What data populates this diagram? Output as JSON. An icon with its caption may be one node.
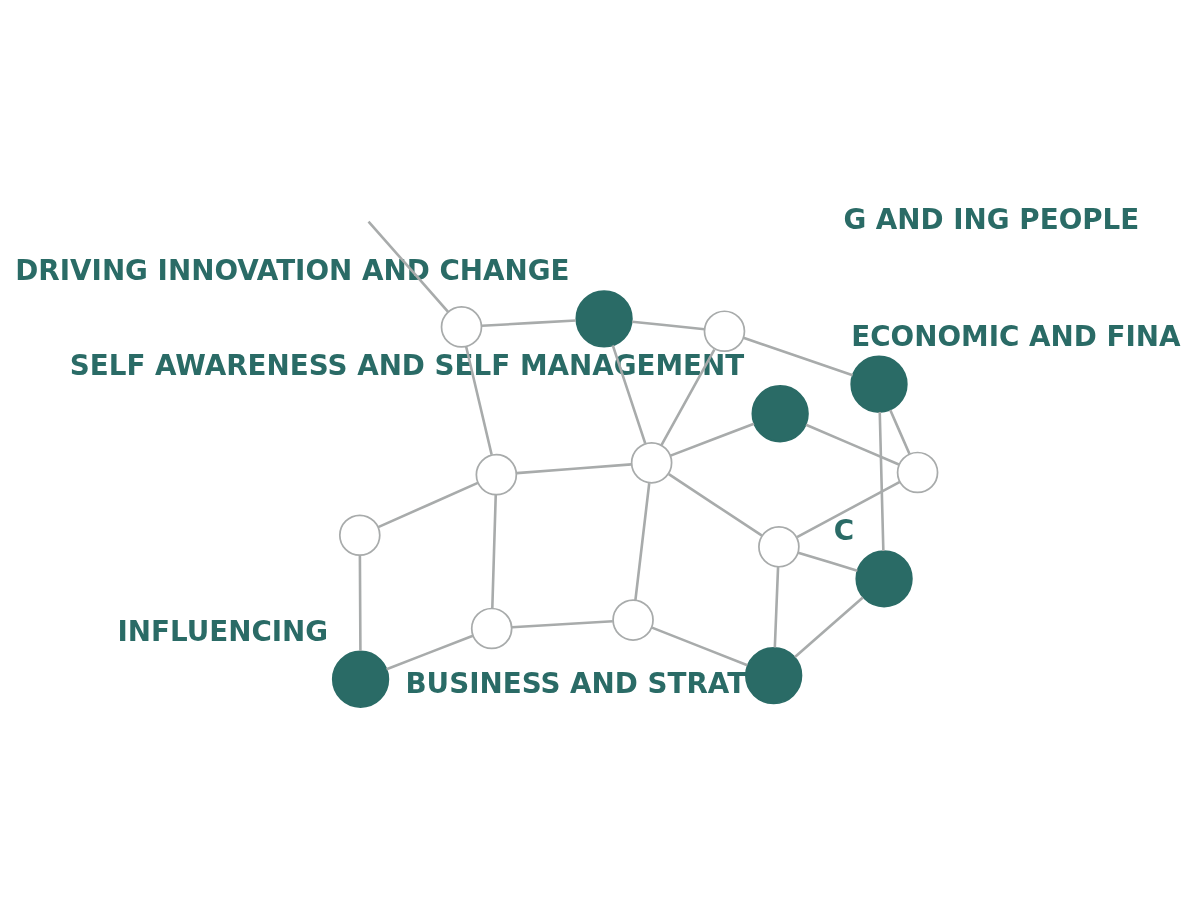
{
  "diagram": {
    "nodes": [
      {
        "text": [],
        "shape": "circle"
      },
      {
        "text": [],
        "shape": "circle",
        "beside": [
          "BUSINESS AND STRAT"
        ]
      },
      {
        "text": [],
        "shape": "circle"
      },
      {
        "text": [],
        "shape": "circle",
        "beside": [
          "INFLUENCING"
        ]
      },
      {
        "text": [],
        "shape": "circle",
        "beside": [
          "SELF AWARENESS AND SELF MANAGEMENT"
        ]
      },
      {
        "text": [],
        "shape": "circle"
      },
      {
        "text": [],
        "shape": "circle"
      },
      {
        "text": [],
        "shape": "circle",
        "beside": [
          "C"
        ]
      },
      {
        "text": [],
        "shape": "circle"
      },
      {
        "text": [],
        "shape": "circle"
      },
      {
        "text": [],
        "shape": "circle"
      },
      {
        "text": [],
        "shape": "circle"
      },
      {
        "text": [],
        "shape": "circle"
      },
      {
        "text": [],
        "shape": "circle",
        "beside": [
          "ECONOMIC AND FINA"
        ]
      },
      {
        "text": [],
        "shape": "circle",
        "beside": [
          "DRIVING INNOVATION AND CHANGE"
        ]
      }
    ],
    "edges": [
      {
        "from": 0,
        "to": 3,
        "arrow": "none"
      },
      {
        "from": 0,
        "to": 2,
        "arrow": "none"
      },
      {
        "from": 0,
        "to": 8,
        "arrow": "none"
      },
      {
        "from": 2,
        "to": 1,
        "arrow": "none"
      },
      {
        "from": 2,
        "to": 10,
        "arrow": "none"
      },
      {
        "from": 3,
        "to": 6,
        "arrow": "none"
      },
      {
        "from": 6,
        "to": 8,
        "arrow": "none"
      },
      {
        "from": 8,
        "to": 10,
        "arrow": "none"
      },
      {
        "from": 8,
        "to": 11,
        "arrow": "none"
      },
      {
        "from": 11,
        "to": null,
        "arrow": "none"
      },
      {
        "from": 11,
        "to": 14,
        "arrow": "none"
      },
      {
        "from": 10,
        "to": 14,
        "arrow": "none"
      },
      {
        "from": 10,
        "to": 4,
        "arrow": "none"
      },
      {
        "from": 10,
        "to": 5,
        "arrow": "none"
      },
      {
        "from": 10,
        "to": 12,
        "arrow": "none"
      },
      {
        "from": 12,
        "to": 14,
        "arrow": "none"
      },
      {
        "from": 12,
        "to": 13,
        "arrow": "none"
      },
      {
        "from": 4,
        "to": 9,
        "arrow": "none"
      },
      {
        "from": 5,
        "to": 1,
        "arrow": "none"
      },
      {
        "from": 5,
        "to": 7,
        "arrow": "none"
      },
      {
        "from": 5,
        "to": 9,
        "arrow": "none"
      },
      {
        "from": 1,
        "to": 7,
        "arrow": "none"
      },
      {
        "from": 9,
        "to": 13,
        "arrow": "none"
      },
      {
        "from": 7,
        "to": 13,
        "arrow": "none"
      }
    ],
    "labels": [
      "G AND ING PEOPLE"
    ]
  }
}
